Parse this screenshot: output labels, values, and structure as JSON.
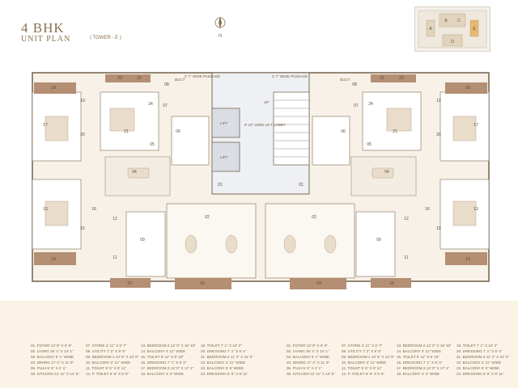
{
  "title": {
    "line1": "4 BHK",
    "line2": "UNIT PLAN",
    "tower": "( TOWER - E )"
  },
  "north_label": "N",
  "core": {
    "passage_left": "2' 7\" WIDE PASSAGE",
    "passage_right": "2' 7\" WIDE PASSAGE",
    "lift_lobby": "9' 10\" WIDE LIFT LOBBY",
    "lift": "LIFT",
    "up": "UP",
    "duct": "DUCT"
  },
  "legend": {
    "col1": [
      "01. FOYER 12' 9\" X 6' 9\"",
      "02. LIVING 26' 4\" X 14' 1\"",
      "03. BALCONY 6' 1\" WIDE",
      "04. DINING 17' 0\" X 11' 8\"",
      "05. PUJA 5' 6\" X 4' 1\"",
      "06. KITCHEN 12' 11\" X 14' 5\""
    ],
    "col2": [
      "07. STORE 4' 11\" X 5' 7\"",
      "08. UTILITY 7' 2\" X 8' 8\"",
      "09. BEDROOM-1 10' 9\" X 13' 8\"",
      "10. BALCONY 2' 11\" WIDE",
      "11. TOILET 5' 6\" X 8' 11\"",
      "12. P. TOILET 5' 6\" X 5' 9\""
    ],
    "col3": [
      "13. BEDROOM-2 12' 0\" X 16' 10\"",
      "14. BALCONY 4' 11\" WIDE",
      "15. TOILET 6' 11\" X 8' 10\"",
      "16. DRESSING 7' 1\" X 6' 3\"",
      "17. BEDROOM-3 13' 0\" X 17' 4\"",
      "18. BALCONY 4' 3\" WIDE"
    ],
    "col4": [
      "19. TOILET 7' 1\" X 10' 2\"",
      "20. DRESSING 7' 1\" X 6' 4\"",
      "21. BEDROOM-4 11' 2\" X 15' 2\"",
      "22. BALCONY 2' 11\" WIDE",
      "23. BALCONY 5' 9\" WIDE",
      "24. DRESSING 5' 6\" X 6' 11\""
    ]
  },
  "rooms_left": [
    "17",
    "18",
    "19",
    "20",
    "21",
    "22",
    "23",
    "24",
    "05",
    "06",
    "07",
    "08",
    "04",
    "13",
    "14",
    "15",
    "16",
    "12",
    "11",
    "03",
    "09",
    "10",
    "02",
    "01"
  ],
  "rooms_right": [
    "17",
    "18",
    "19",
    "20",
    "21",
    "22",
    "23",
    "24",
    "05",
    "06",
    "07",
    "08",
    "04",
    "13",
    "14",
    "15",
    "16",
    "12",
    "11",
    "03",
    "09",
    "10",
    "02",
    "01"
  ],
  "keyplan_units": [
    "A",
    "B",
    "C",
    "D",
    "E"
  ]
}
